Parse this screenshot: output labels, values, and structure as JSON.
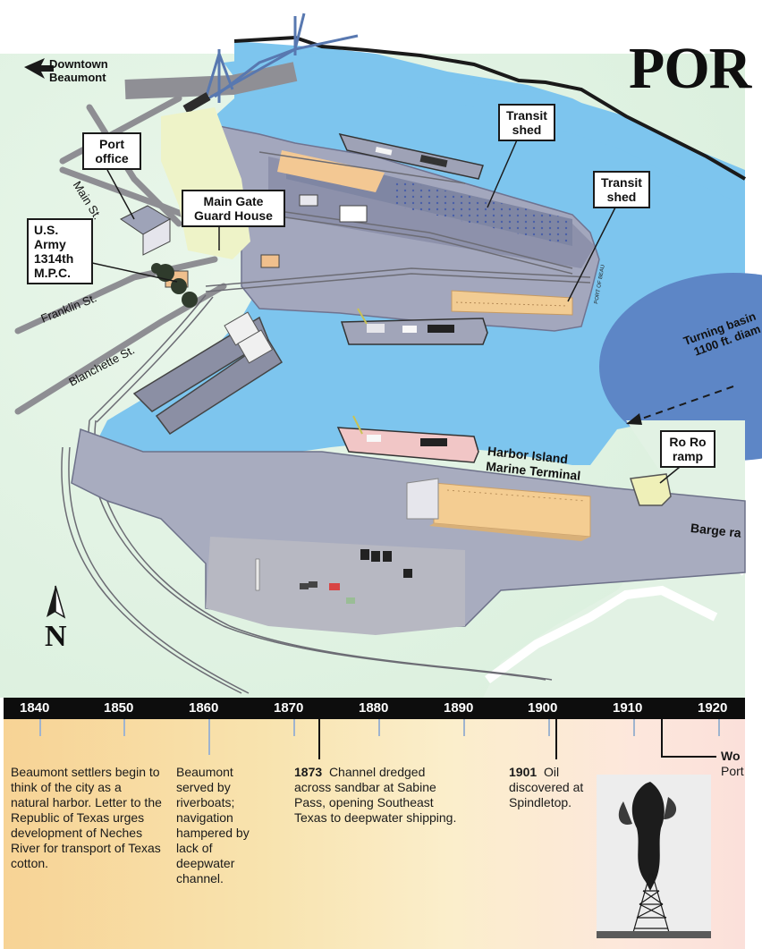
{
  "map": {
    "title_partial": "POR",
    "labels": {
      "downtown_beaumont": "Downtown Beaumont",
      "port_office": "Port office",
      "main_gate": "Main Gate Guard House",
      "us_army": "U.S. Army 1314th M.P.C.",
      "transit_shed_1": "Transit shed",
      "transit_shed_2": "Transit shed",
      "main_st": "Main St.",
      "franklin_st": "Franklin St.",
      "blanchette_st": "Blanchette St.",
      "turning_basin": "Turning basin 1100 ft. diam",
      "harbor_island": "Harbor Island Marine Terminal",
      "ro_ro_ramp": "Ro Ro ramp",
      "barge_ramp": "Barge ra",
      "port_of_beaumont_sign": "PORT OF BEAU",
      "compass_letter": "N"
    },
    "colors": {
      "water": "#79c4ee",
      "land": "#e3f3e6",
      "dock": "#9aa0b9",
      "warehouse": "#f4cb8d",
      "road": "#8e8e93"
    }
  },
  "timeline": {
    "years": [
      "1840",
      "1850",
      "1860",
      "1870",
      "1880",
      "1890",
      "1900",
      "1910",
      "1920"
    ],
    "events": {
      "e1840": "Beaumont settlers begin to think of the city as a natural harbor. Letter to the Republic of Texas urges development of Neches River for transport of Texas cotton.",
      "e1860": "Beaumont served by riverboats; navigation hampered by lack of deepwater channel.",
      "e1873_year": "1873",
      "e1873_text": "Channel dredged across sandbar at Sabine Pass, opening Southeast Texas to deepwater shipping.",
      "e1901_year": "1901",
      "e1901_text": "Oil discovered at Spindletop.",
      "e1915_bold": "Wo",
      "e1915_text": "Port"
    }
  }
}
